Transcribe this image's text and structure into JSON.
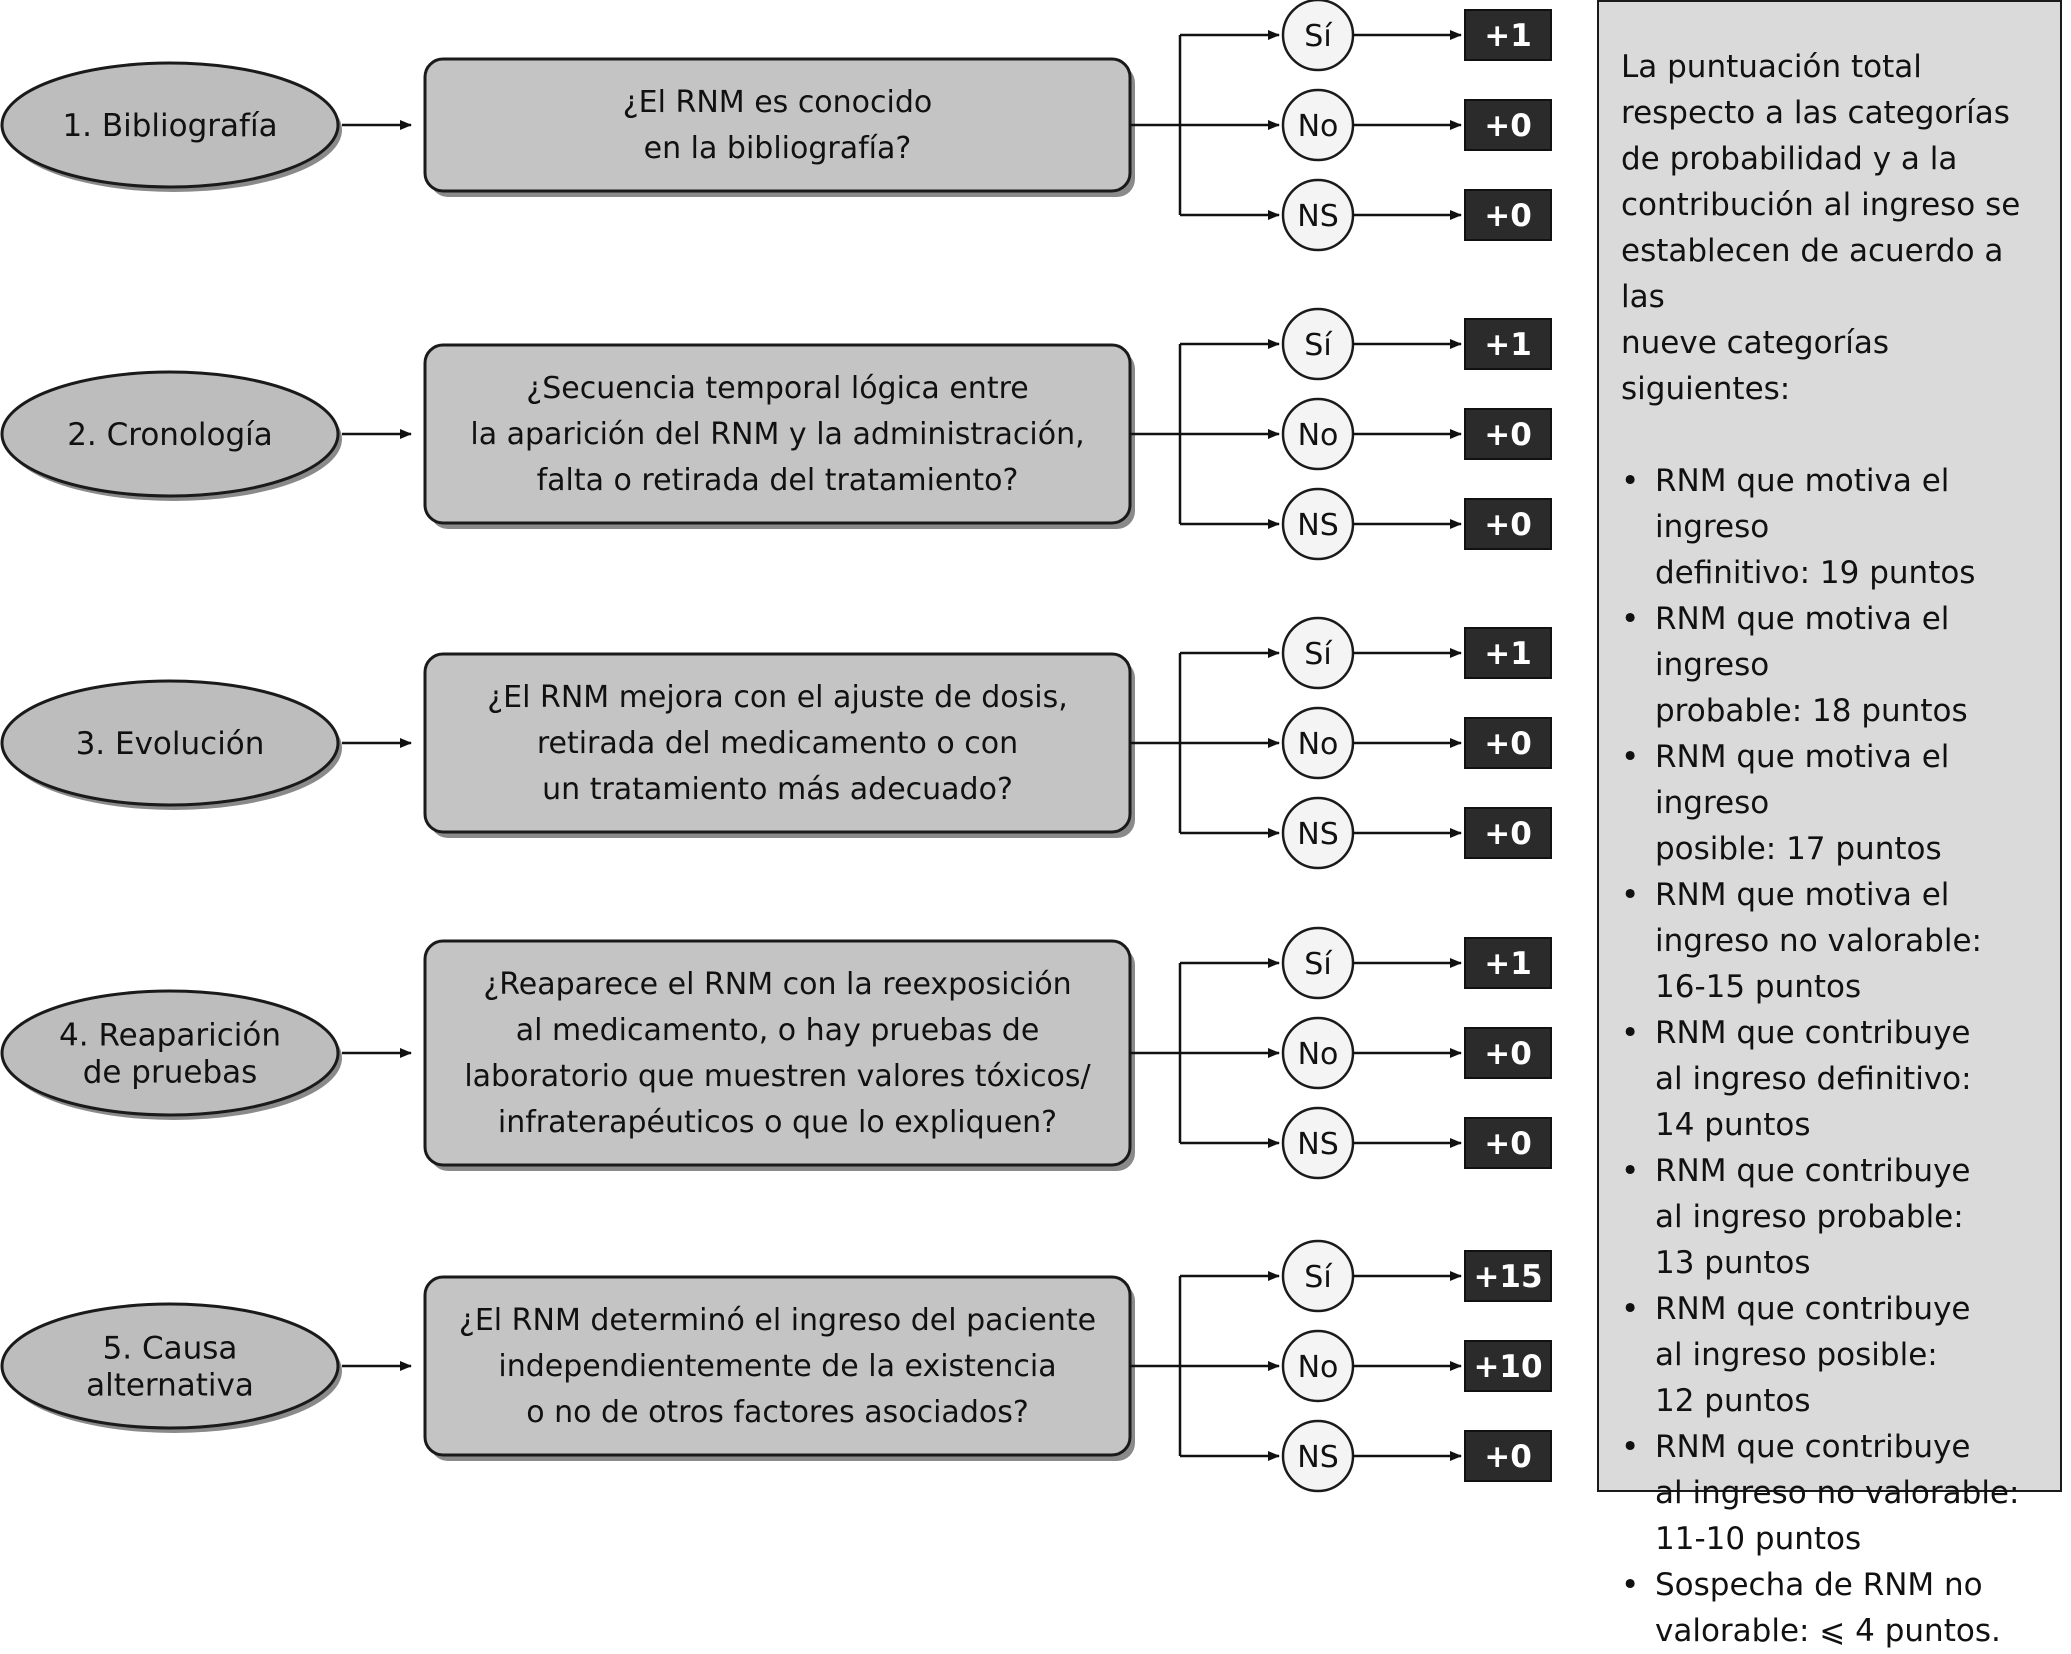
{
  "steps": [
    {
      "label_lines": [
        "1.  Bibliografía"
      ],
      "question_lines": [
        "¿El RNM es conocido",
        "en la bibliografía?"
      ],
      "answers": [
        {
          "label": "Sí",
          "score": "+1"
        },
        {
          "label": "No",
          "score": "+0"
        },
        {
          "label": "NS",
          "score": "+0"
        }
      ]
    },
    {
      "label_lines": [
        "2. Cronología"
      ],
      "question_lines": [
        "¿Secuencia temporal lógica entre",
        "la aparición del RNM y la administración,",
        "falta o retirada del tratamiento?"
      ],
      "answers": [
        {
          "label": "Sí",
          "score": "+1"
        },
        {
          "label": "No",
          "score": "+0"
        },
        {
          "label": "NS",
          "score": "+0"
        }
      ]
    },
    {
      "label_lines": [
        "3. Evolución"
      ],
      "question_lines": [
        "¿El RNM mejora con el ajuste de dosis,",
        "retirada del medicamento o con",
        "un tratamiento más adecuado?"
      ],
      "answers": [
        {
          "label": "Sí",
          "score": "+1"
        },
        {
          "label": "No",
          "score": "+0"
        },
        {
          "label": "NS",
          "score": "+0"
        }
      ]
    },
    {
      "label_lines": [
        "4. Reaparición",
        "de pruebas"
      ],
      "question_lines": [
        "¿Reaparece el RNM con la reexposición",
        "al medicamento, o hay pruebas de",
        "laboratorio que muestren valores tóxicos/",
        "infraterapéuticos o que lo expliquen?"
      ],
      "answers": [
        {
          "label": "Sí",
          "score": "+1"
        },
        {
          "label": "No",
          "score": "+0"
        },
        {
          "label": "NS",
          "score": "+0"
        }
      ]
    },
    {
      "label_lines": [
        "5. Causa",
        "alternativa"
      ],
      "question_lines": [
        "¿El RNM determinó el ingreso del paciente",
        "independientemente de la existencia",
        "o no de otros factores asociados?"
      ],
      "answers": [
        {
          "label": "Sí",
          "score": "+15"
        },
        {
          "label": "No",
          "score": "+10"
        },
        {
          "label": "NS",
          "score": "+0"
        }
      ]
    }
  ],
  "info": {
    "intro_lines": [
      "La puntuación total",
      "respecto a las categorías",
      "de probabilidad y a la",
      "contribución al ingreso se",
      "establecen de acuerdo a las",
      "nueve categorías siguientes:"
    ],
    "bullet_symbol": "•",
    "items": [
      [
        "RNM que motiva el ingreso",
        "definitivo: 19 puntos"
      ],
      [
        "RNM que motiva el ingreso",
        "probable: 18 puntos"
      ],
      [
        "RNM que motiva el ingreso",
        "posible: 17 puntos"
      ],
      [
        "RNM que motiva el",
        "ingreso no valorable:",
        "16-15 puntos"
      ],
      [
        "RNM que contribuye",
        "al ingreso definitivo:",
        "14 puntos"
      ],
      [
        "RNM que contribuye",
        "al ingreso probable:",
        "13 puntos"
      ],
      [
        "RNM que contribuye",
        "al ingreso posible:",
        "12 puntos"
      ],
      [
        "RNM que contribuye",
        "al ingreso no valorable:",
        "11-10 puntos"
      ],
      [
        "Sospecha de RNM no",
        "valorable: ⩽ 4 puntos."
      ]
    ]
  }
}
